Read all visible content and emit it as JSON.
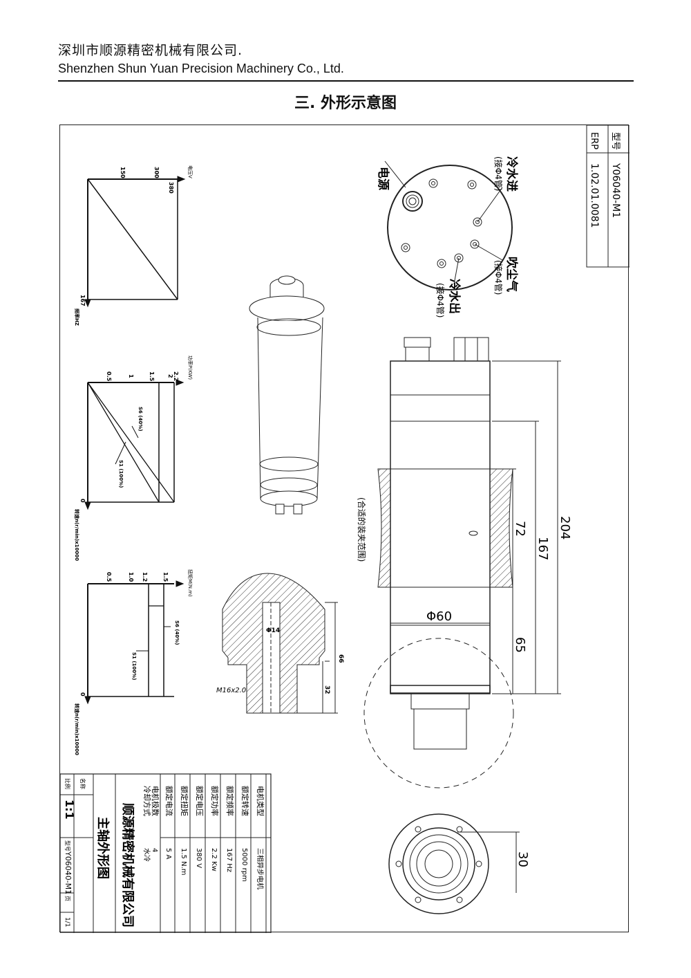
{
  "header": {
    "company_cn": "深圳市顺源精密机械有限公司.",
    "company_en": "Shenzhen Shun Yuan Precision Machinery Co., Ltd."
  },
  "section_title": "三. 外形示意图",
  "drawing": {
    "model_label": "型号",
    "model_value": "Y06040-M1",
    "erp_label": "ERP",
    "erp_value": "1.02.01.0081",
    "end_view_labels": {
      "power": "电源",
      "cool_in": "冷水进",
      "cool_in_note": "(接Φ4管)",
      "blow": "吹尘气",
      "blow_note": "(接Φ4管)",
      "cool_out": "冷水出",
      "cool_out_note": "(接Φ4管)"
    },
    "clamp_note": "(合适的装夹范围)",
    "dimensions": {
      "total": "204",
      "body": "167",
      "clamp": "72",
      "lower": "65",
      "dia": "Φ60",
      "nut": "30"
    },
    "section_dims": {
      "bore": "Φ14",
      "len": "66",
      "thread_len": "32",
      "thread": "M16x2.0"
    },
    "chart_v": {
      "y_axis_label": "电压V",
      "x_axis_label": "频率HZ",
      "ticks": [
        "150",
        "300",
        "380"
      ],
      "x_max": "167"
    },
    "chart_p": {
      "y_axis_label": "功率P(KW)",
      "x_axis_label": "转速n(r/min)x10000",
      "ticks": [
        "0.5",
        "1",
        "1.5",
        "2",
        "2.2"
      ],
      "origin": "0",
      "s6": "S6 (40%)",
      "s1": "S1 (100%)"
    },
    "chart_m": {
      "y_axis_label": "扭矩M(N.m)",
      "x_axis_label": "转速n(r/min)x10000",
      "ticks": [
        "0.5",
        "1.0",
        "1.2",
        "1.5"
      ],
      "origin": "0",
      "s6": "S6 (40%)",
      "s1": "S1 (100%)"
    },
    "spec_table": {
      "rows": [
        {
          "label": "电机类型",
          "value": "三相异步电机"
        },
        {
          "label": "额定转速",
          "value": "5000 rpm"
        },
        {
          "label": "额定频率",
          "value": "167 Hz"
        },
        {
          "label": "额定功率",
          "value": "2.2 Kw"
        },
        {
          "label": "额定电压",
          "value": "380 V"
        },
        {
          "label": "额定扭矩",
          "value": "1.5 N.m"
        },
        {
          "label": "额定电流",
          "value": "5 A"
        },
        {
          "label": "电机极数",
          "value": "4"
        },
        {
          "label": "冷却方式",
          "value": "水冷"
        }
      ],
      "company": "顺源精密机械有限公司",
      "drawing_name": "主轴外形图",
      "name_label": "名称",
      "scale_label": "比例",
      "scale": "1:1",
      "model_label": "型号",
      "model": "Y06040-M1",
      "sheet_label": "页",
      "sheet": "1/1"
    }
  }
}
